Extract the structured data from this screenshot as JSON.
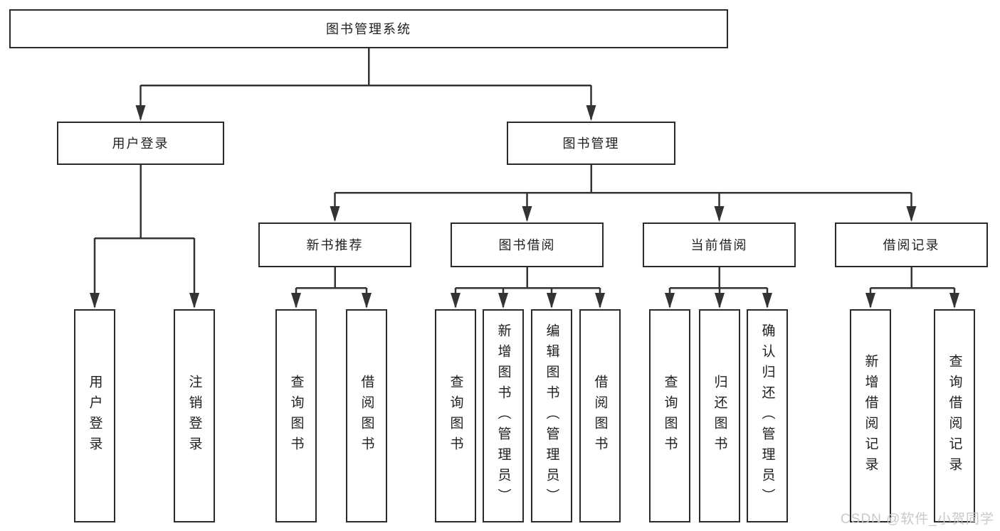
{
  "diagram": {
    "title": "图书管理系统",
    "tree": {
      "label": "图书管理系统",
      "children": [
        {
          "label": "用户登录",
          "children": [
            {
              "label": "用户登录"
            },
            {
              "label": "注销登录"
            }
          ]
        },
        {
          "label": "图书管理",
          "children": [
            {
              "label": "新书推荐",
              "children": [
                {
                  "label": "查询图书"
                },
                {
                  "label": "借阅图书"
                }
              ]
            },
            {
              "label": "图书借阅",
              "children": [
                {
                  "label": "查询图书"
                },
                {
                  "label": "新增图书（管理员）"
                },
                {
                  "label": "编辑图书（管理员）"
                },
                {
                  "label": "借阅图书"
                }
              ]
            },
            {
              "label": "当前借阅",
              "children": [
                {
                  "label": "查询图书"
                },
                {
                  "label": "归还图书"
                },
                {
                  "label": "确认归还（管理员）"
                }
              ]
            },
            {
              "label": "借阅记录",
              "children": [
                {
                  "label": "新增借阅记录"
                },
                {
                  "label": "查询借阅记录"
                }
              ]
            }
          ]
        }
      ]
    }
  },
  "watermark": {
    "text": "CSDN @软件_小贺同学"
  },
  "colors": {
    "line": "#333333",
    "box_border": "#2b2b2b",
    "box_fill": "#ffffff",
    "text": "#1f1f1f",
    "watermark_text": "#c8c8ce",
    "background": "#ffffff"
  }
}
